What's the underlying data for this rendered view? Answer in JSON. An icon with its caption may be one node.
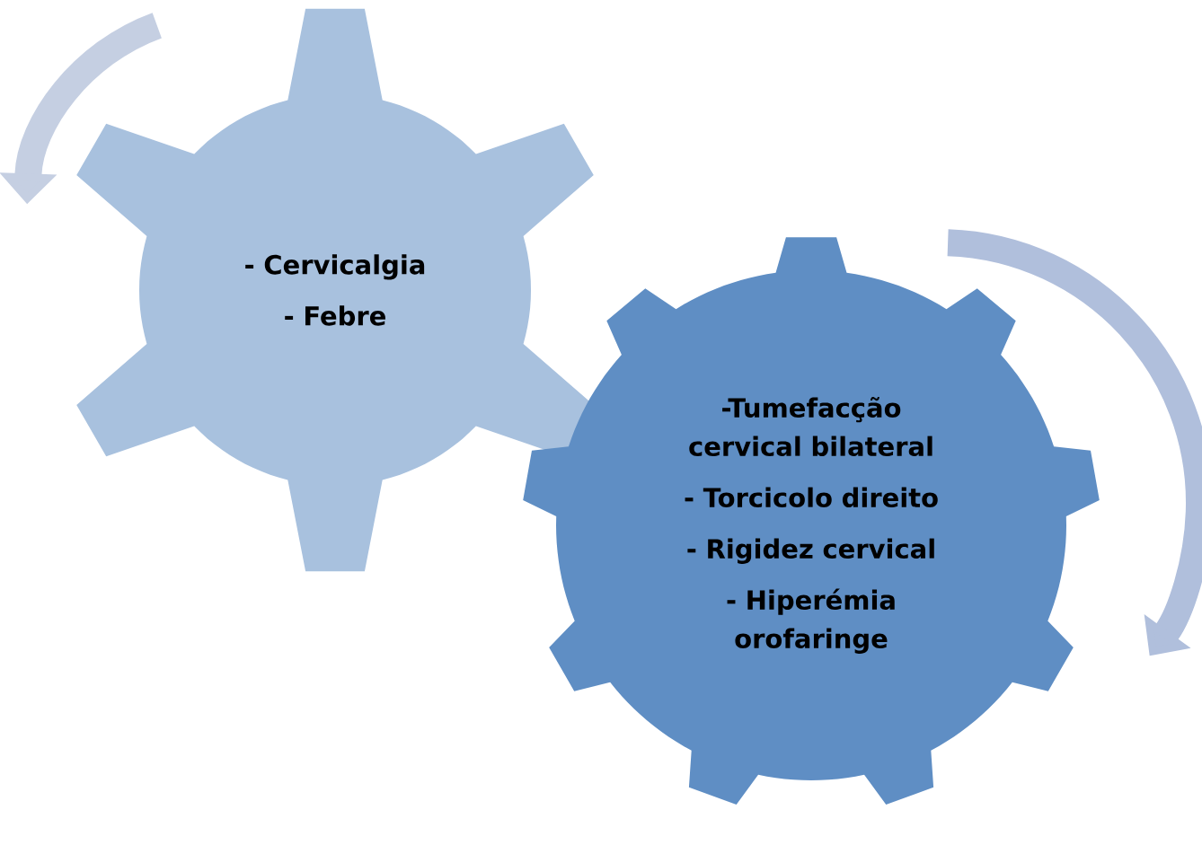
{
  "diagram": {
    "nodes": [
      {
        "text": [
          "- Cervicalgia",
          "- Febre"
        ]
      },
      {
        "text": [
          "-Tumefacção cervical bilateral",
          "- Torcicolo direito",
          "- Rigidez cervical",
          "- Hiperémia orofaringe"
        ]
      }
    ]
  }
}
